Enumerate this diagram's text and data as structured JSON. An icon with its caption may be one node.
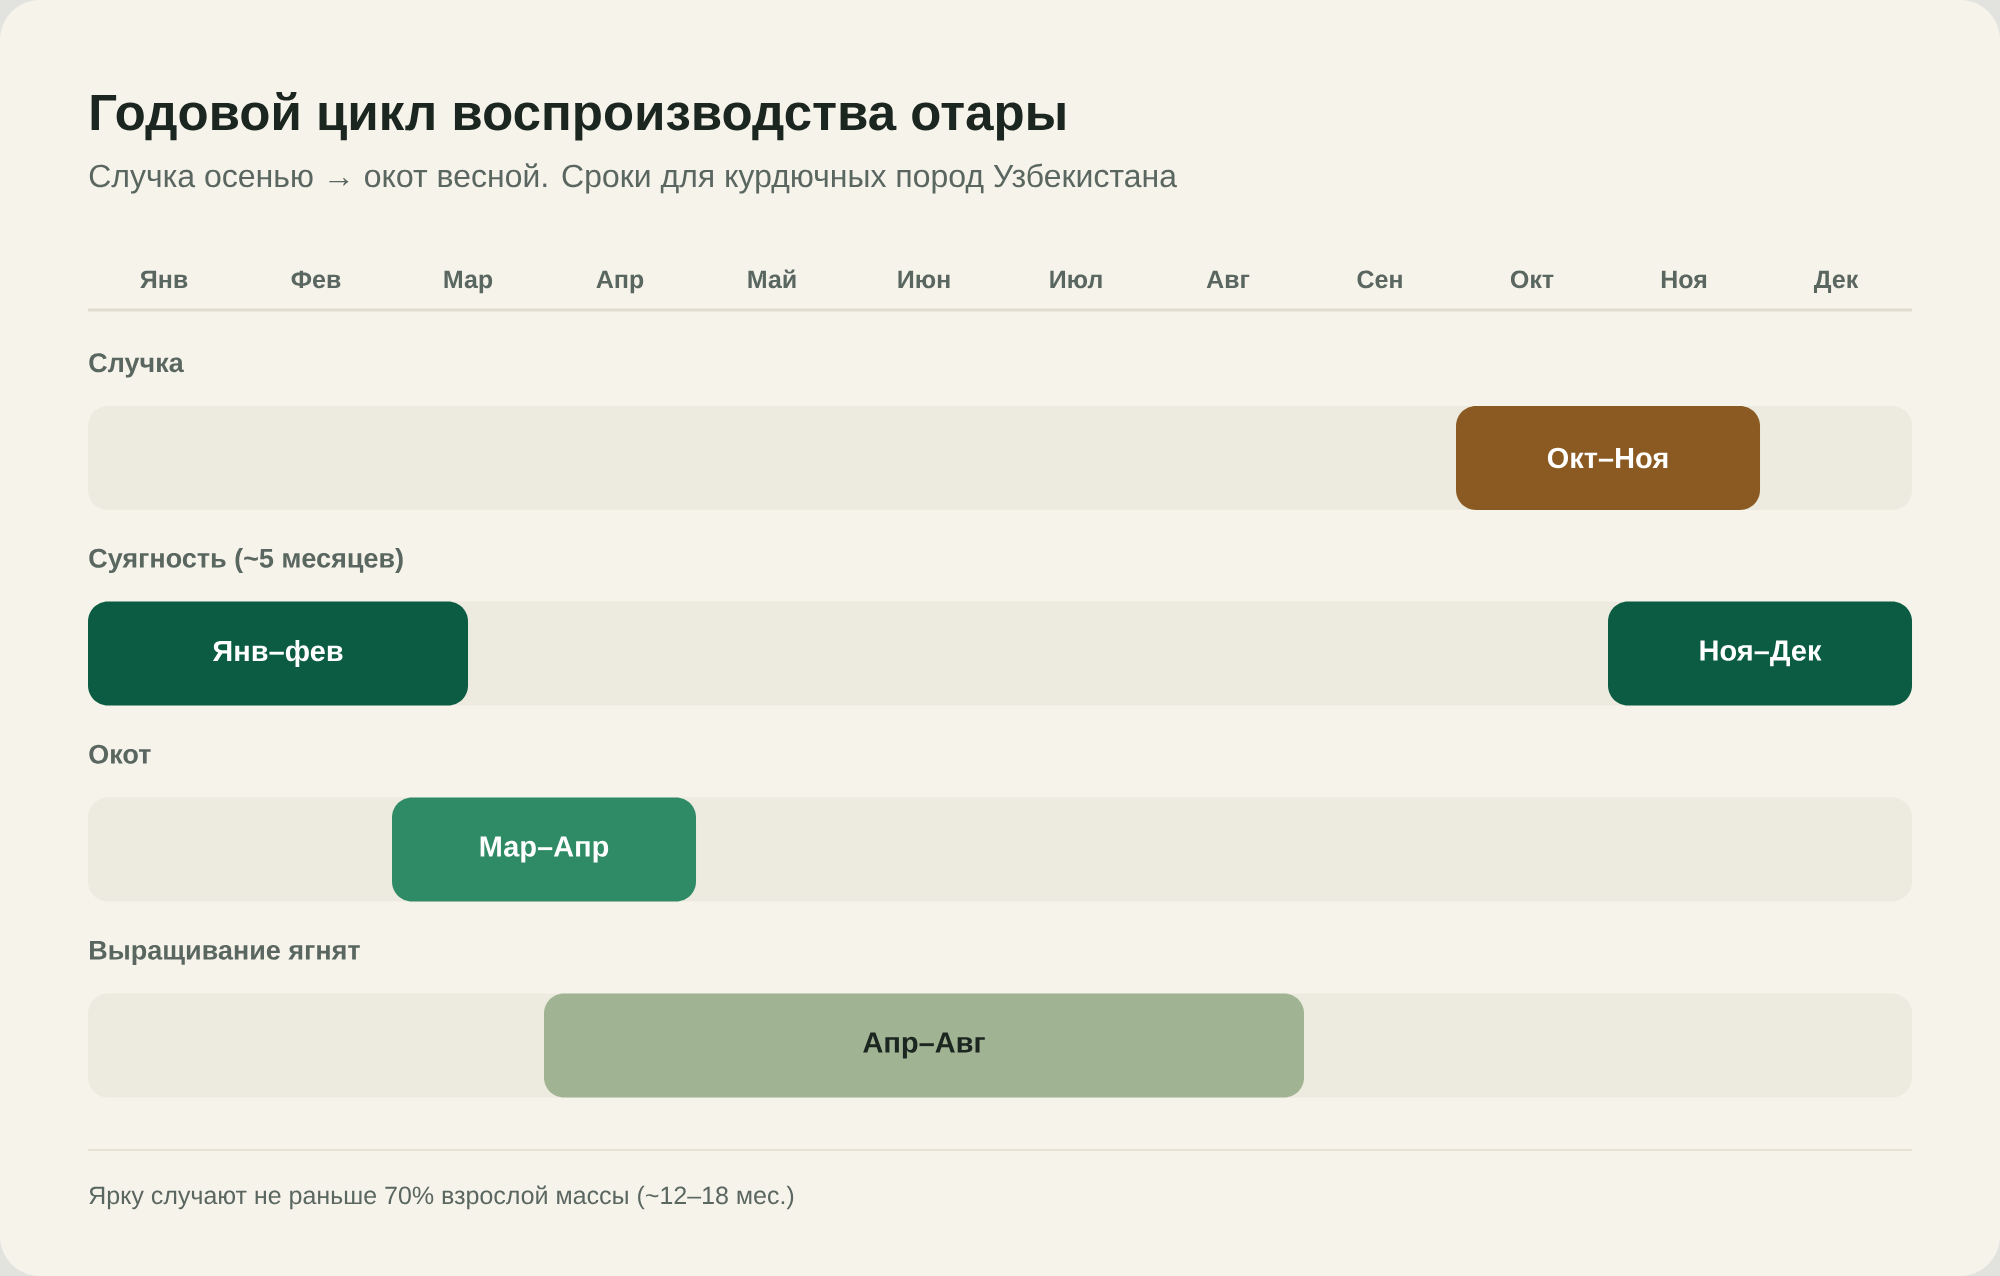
{
  "diagram": {
    "title": "Годовой цикл воспроизводства отары",
    "nodes": [
      {
        "text": [
          "Случка"
        ]
      },
      {
        "text": [
          "Окт–Ноя"
        ],
        "in": 0
      },
      {
        "text": [
          "Суягность (~5 месяцев)"
        ]
      },
      {
        "text": [
          "Янв–фев"
        ]
      },
      {
        "text": [
          "Ноя–Дек"
        ]
      },
      {
        "text": [
          "Окот"
        ]
      },
      {
        "text": [
          "Мар–Апр"
        ],
        "in": 5
      },
      {
        "text": [
          "Выращивание ягнят"
        ]
      },
      {
        "text": [
          "Апр–Авг"
        ],
        "in": 7
      }
    ],
    "labels": [
      "Случка осенью → окот весной. Сроки для курдючных пород Узбекистана",
      "Янв",
      "Фев",
      "Мар",
      "Апр",
      "Май",
      "Июн",
      "Июл",
      "Авг",
      "Сен",
      "Окт",
      "Ноя",
      "Дек",
      "Ярку случают не раньше 70% взрослой массы (~12–18 мес.)"
    ]
  }
}
